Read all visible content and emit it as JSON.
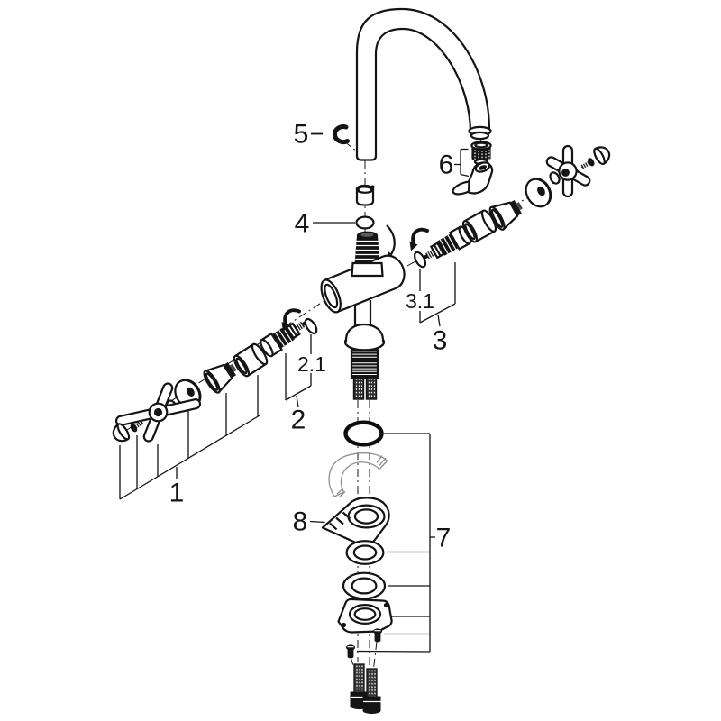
{
  "diagram": {
    "type": "exploded-parts-diagram",
    "subject": "faucet-exploded-view",
    "background_color": "#ffffff",
    "line_color": "#141414",
    "ghost_color": "#8f8f8f",
    "callouts": [
      {
        "id": "callout-1",
        "label": "1"
      },
      {
        "id": "callout-2",
        "label": "2"
      },
      {
        "id": "callout-2-1",
        "label": "2.1"
      },
      {
        "id": "callout-3",
        "label": "3"
      },
      {
        "id": "callout-3-1",
        "label": "3.1"
      },
      {
        "id": "callout-4",
        "label": "4"
      },
      {
        "id": "callout-5",
        "label": "5"
      },
      {
        "id": "callout-6",
        "label": "6"
      },
      {
        "id": "callout-7",
        "label": "7"
      },
      {
        "id": "callout-8",
        "label": "8"
      }
    ],
    "parts": [
      "spout-tube",
      "retaining-clip",
      "spout-collar",
      "o-ring-small",
      "aerator-insert",
      "spout-end-piece",
      "faucet-body",
      "threaded-neck",
      "base-flange",
      "mounting-shank",
      "cartridge",
      "cartridge-o-ring",
      "sleeve",
      "cone-adapter",
      "flange-disc",
      "cross-handle",
      "handle-screw",
      "handle-cap",
      "large-o-ring",
      "wedge-support",
      "washer",
      "mounting-plate",
      "fixing-screw",
      "threaded-stud"
    ]
  }
}
